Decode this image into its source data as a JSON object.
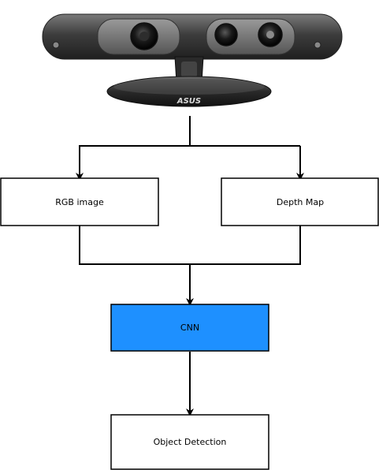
{
  "camera": {
    "name": "depth-camera",
    "brand_logo": "ASUS"
  },
  "nodes": {
    "rgb_image": {
      "label": "RGB image",
      "fill": "#ffffff"
    },
    "depth_map": {
      "label": "Depth Map",
      "fill": "#ffffff"
    },
    "cnn": {
      "label": "CNN",
      "fill": "#1e90ff"
    },
    "object_detection": {
      "label": "Object Detection",
      "fill": "#ffffff"
    }
  },
  "edges": [
    {
      "from": "camera",
      "to": "rgb_image"
    },
    {
      "from": "camera",
      "to": "depth_map"
    },
    {
      "from": "rgb_image",
      "to": "cnn"
    },
    {
      "from": "depth_map",
      "to": "cnn"
    },
    {
      "from": "cnn",
      "to": "object_detection"
    }
  ],
  "colors": {
    "stroke": "#000000",
    "cnn_fill": "#1e90ff"
  }
}
